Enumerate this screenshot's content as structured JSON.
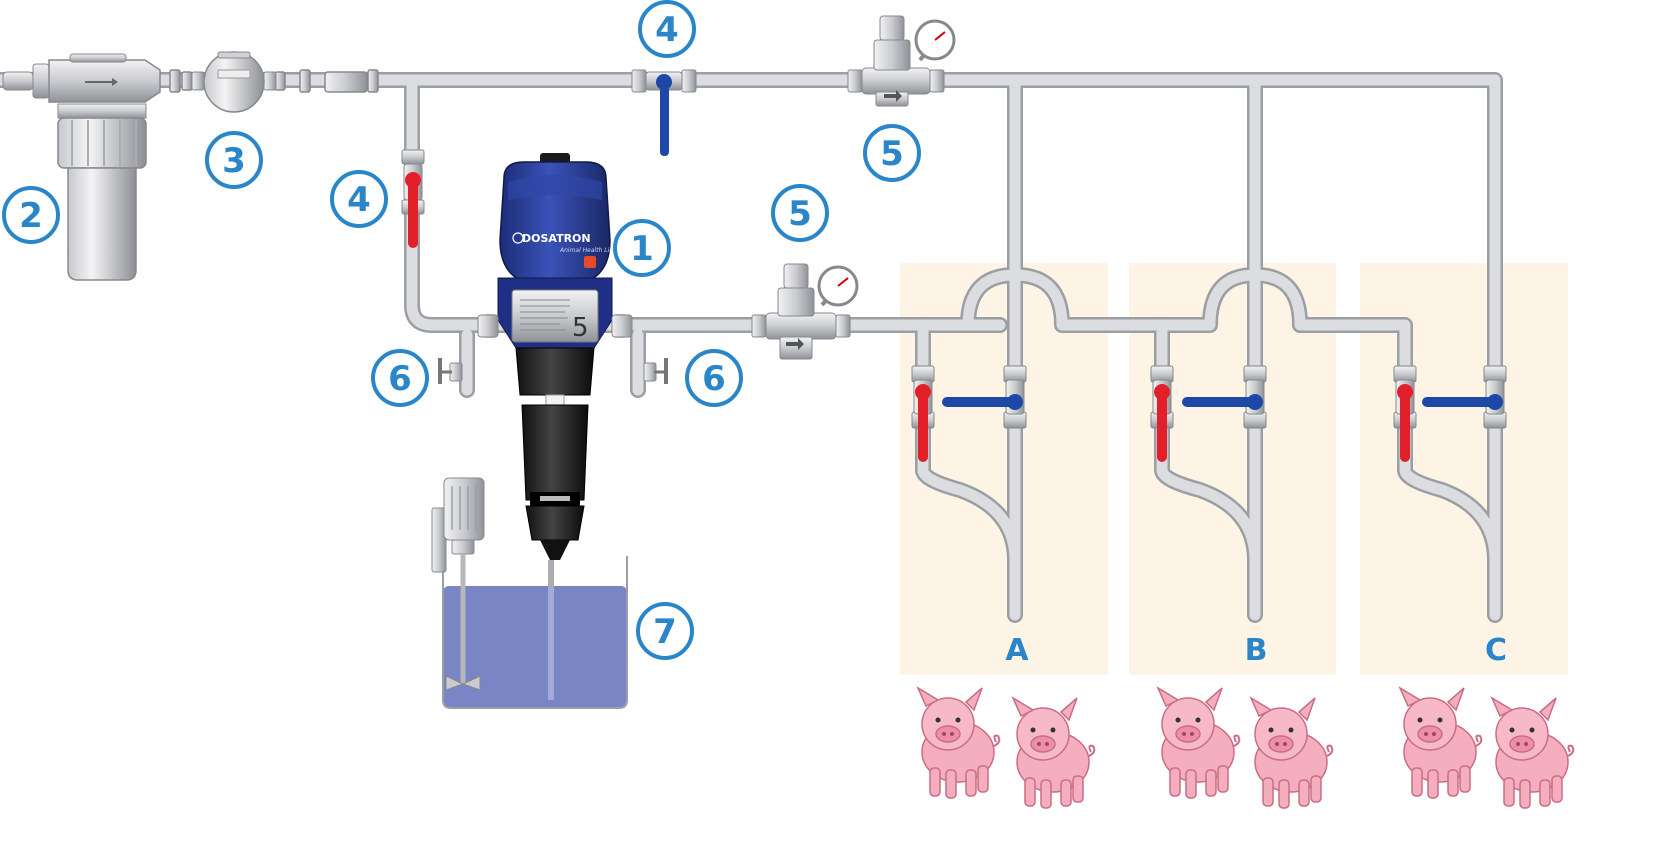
{
  "colors": {
    "pipe": "#d9dadc",
    "pipe_outline": "#9b9ea3",
    "callout": "#2a86c8",
    "valve_red": "#e3202a",
    "valve_blue": "#1e48a8",
    "dosatron_blue": "#2a3f9a",
    "tank_liquid": "#7a85c6",
    "pen_bg": "#fdf4e6",
    "pig": "#f4aebe"
  },
  "brand": {
    "name": "DOSATRON",
    "subtitle": "Animal Health Line",
    "model_mark": "5"
  },
  "callouts": {
    "n1": "1",
    "n2": "2",
    "n3": "3",
    "n4a": "4",
    "n4b": "4",
    "n5a": "5",
    "n5b": "5",
    "n6a": "6",
    "n6b": "6",
    "n7": "7"
  },
  "pens": {
    "a": "A",
    "b": "B",
    "c": "C"
  },
  "icons": {
    "pig": "pig-icon",
    "pressure_gauge": "pressure-gauge-icon",
    "ball_valve": "ball-valve-icon"
  }
}
